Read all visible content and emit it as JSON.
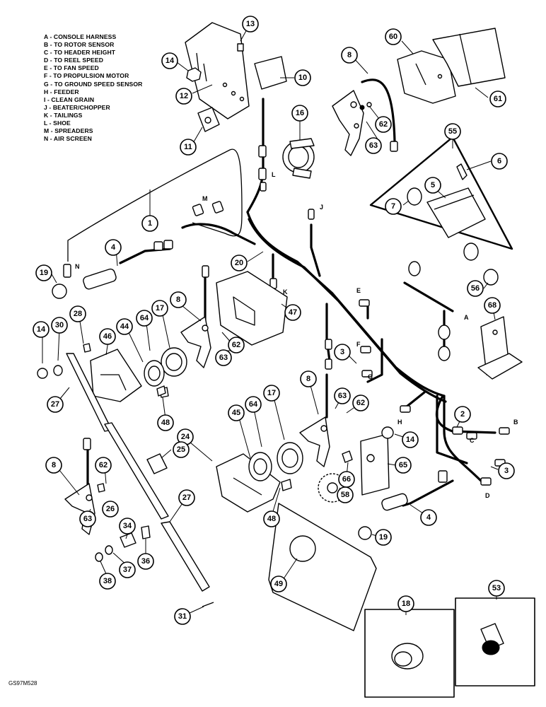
{
  "legend": [
    "A - CONSOLE HARNESS",
    "B - TO ROTOR SENSOR",
    "C - TO HEADER HEIGHT",
    "D - TO REEL SPEED",
    "E - TO FAN SPEED",
    "F - TO PROPULSION MOTOR",
    "G - TO GROUND SPEED SENSOR",
    "H - FEEDER",
    "I - CLEAN GRAIN",
    "J - BEATER/CHOPPER",
    "K - TAILINGS",
    "L - SHOE",
    "M - SPREADERS",
    "N - AIR SCREEN"
  ],
  "figure_code": "GS97M528",
  "callouts": {
    "c13": "13",
    "c14a": "14",
    "c12": "12",
    "c10": "10",
    "c11": "11",
    "c60": "60",
    "c61": "61",
    "c8a": "8",
    "c16": "16",
    "c62a": "62",
    "c63a": "63",
    "c55": "55",
    "c6": "6",
    "c5": "5",
    "c7": "7",
    "c56": "56",
    "c1": "1",
    "c4a": "4",
    "c19a": "19",
    "c20": "20",
    "c68": "68",
    "c8b": "8",
    "c17a": "17",
    "c64a": "64",
    "c44": "44",
    "c47": "47",
    "c62b": "62",
    "c63b": "63",
    "c28": "28",
    "c30": "30",
    "c14b": "14",
    "c46": "46",
    "c27a": "27",
    "c48a": "48",
    "c3a": "3",
    "c8c": "8",
    "c17b": "17",
    "c64b": "64",
    "c45": "45",
    "c63c": "63",
    "c62c": "62",
    "c2": "2",
    "c14c": "14",
    "c24": "24",
    "c25": "25",
    "c3b": "3",
    "c8d": "8",
    "c62d": "62",
    "c26": "26",
    "c27b": "27",
    "c63d": "63",
    "c65": "65",
    "c66": "66",
    "c58": "58",
    "c48b": "48",
    "c4b": "4",
    "c19b": "19",
    "c34": "34",
    "c36": "36",
    "c37": "37",
    "c38": "38",
    "c49": "49",
    "c31": "31",
    "c18": "18",
    "c53": "53"
  },
  "letters": {
    "lA": "A",
    "lB": "B",
    "lC": "C",
    "lD": "D",
    "lE": "E",
    "lF": "F",
    "lG": "G",
    "lH": "H",
    "lJ": "J",
    "lK": "K",
    "lL": "L",
    "lM": "M",
    "lN": "N"
  }
}
